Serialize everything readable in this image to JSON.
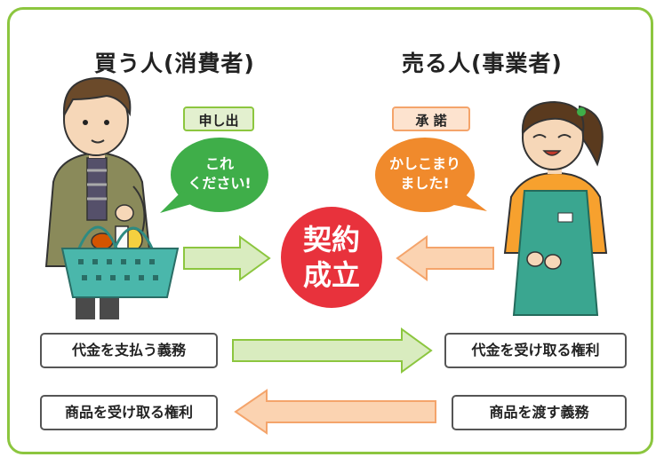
{
  "buyer": {
    "title": "買う人(消費者)",
    "tag": "申し出",
    "bubble_line1": "これ",
    "bubble_line2": "ください!"
  },
  "seller": {
    "title": "売る人(事業者)",
    "tag": "承 諾",
    "bubble_line1": "かしこまり",
    "bubble_line2": "ました!"
  },
  "center": {
    "line1": "契約",
    "line2": "成立"
  },
  "duties": {
    "buyer_obligation": "代金を支払う義務",
    "seller_right": "代金を受け取る権利",
    "buyer_right": "商品を受け取る権利",
    "seller_obligation": "商品を渡す義務"
  },
  "colors": {
    "frame": "#8cc63f",
    "green_bubble": "#3fae49",
    "orange_bubble": "#f08a2c",
    "contract_circle": "#e8323c",
    "green_arrow": "#d9ecbf",
    "orange_arrow": "#fbd3b1"
  }
}
